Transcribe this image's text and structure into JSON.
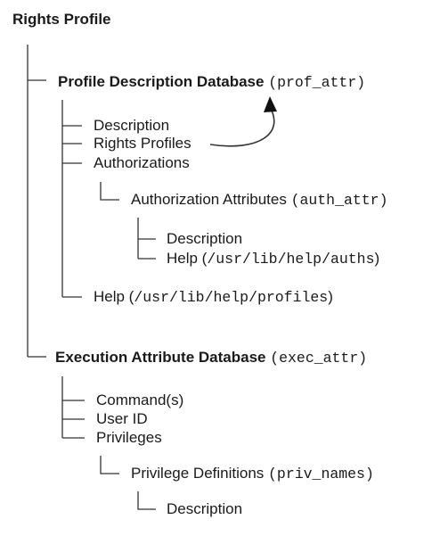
{
  "root": {
    "title": "Rights Profile"
  },
  "prof": {
    "title": "Profile Description Database",
    "file": "(prof_attr)",
    "items": [
      "Description",
      "Rights Profiles",
      "Authorizations"
    ],
    "auth": {
      "title": "Authorization Attributes",
      "file": "(auth_attr)",
      "items": [
        "Description"
      ],
      "help_label": "Help (",
      "help_path": "/usr/lib/help/auths",
      "help_close": ")"
    },
    "help_label": "Help (",
    "help_path": "/usr/lib/help/profiles",
    "help_close": ")"
  },
  "exec": {
    "title": "Execution Attribute Database",
    "file": "(exec_attr)",
    "items": [
      "Command(s)",
      "User ID",
      "Privileges"
    ],
    "priv": {
      "title": "Privilege Definitions",
      "file": "(priv_names)",
      "items": [
        "Description"
      ]
    }
  }
}
